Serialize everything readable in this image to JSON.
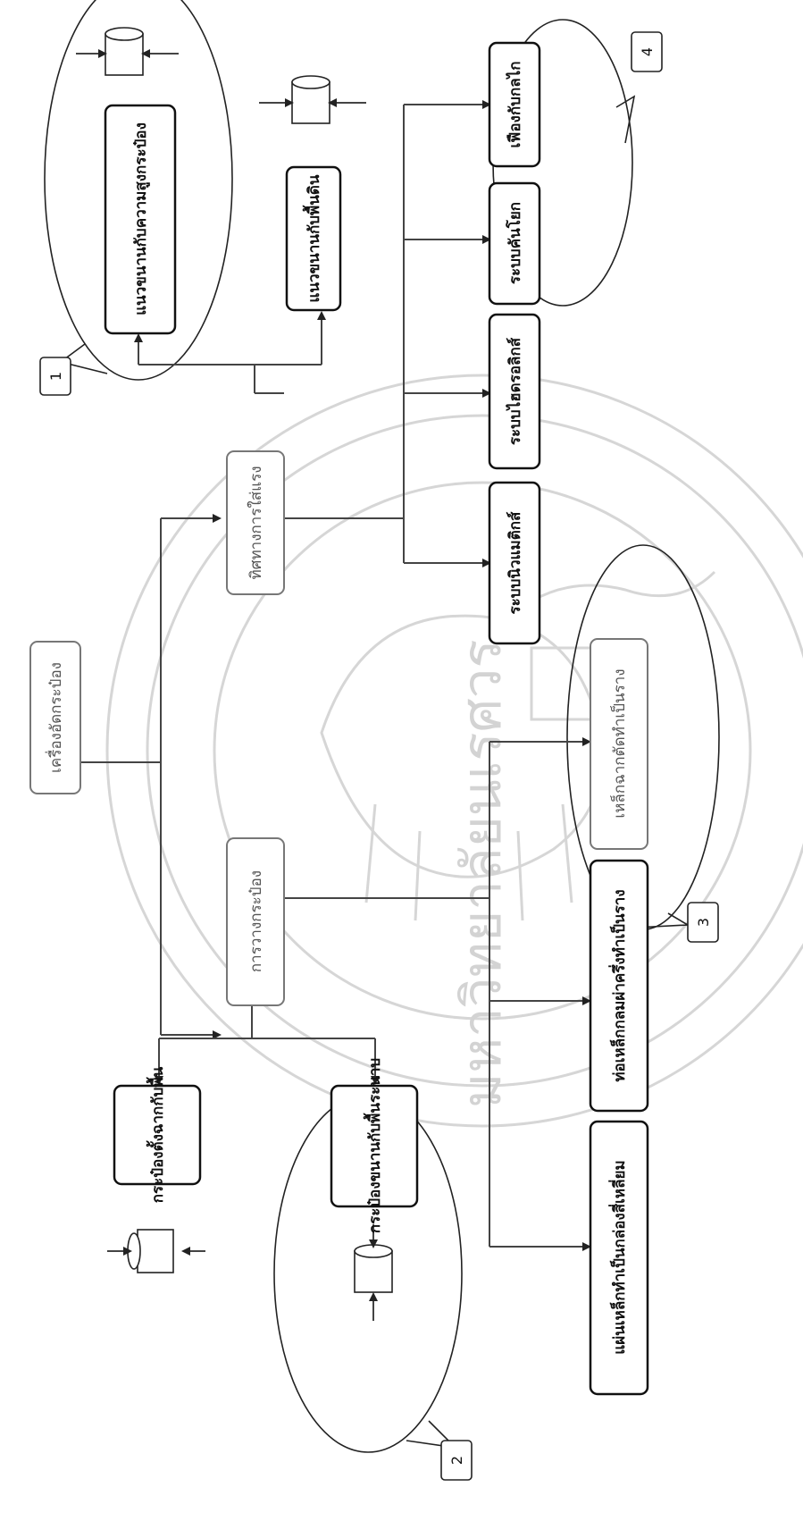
{
  "boxes": {
    "root": "เครื่องอัดกระป๋อง",
    "placement": "การวางกระป๋อง",
    "force_direction": "ทิศทางการใส่แรง",
    "can_vertical": "กระป๋องตั้งฉากกับพื้น",
    "can_horizontal": "กระป๋องขนานกับพื้นระนาบ",
    "force_parallel_height": "แนวขนานกับความสูงกระป๋อง",
    "force_parallel_ground": "แนวขนานกับพื้นดิน",
    "sheet_box_frame": "แผ่นเหล็กทำเป็นกล่องสี่เหลี่ยม",
    "pipe_rail": "ท่อเหล็กกลมผ่าครึ่งทำเป็นราง",
    "angle_rail": "เหล็กฉากตัดทำเป็นราง",
    "mechanical": "ระบบนิวแมติกส์",
    "electric": "ระบบไฮดรอลิกส์",
    "lever": "ระบบคันโยก",
    "crank": "เฟืองกับกลไก"
  },
  "callouts": {
    "c1": "1",
    "c2": "2",
    "c3": "3",
    "c4": "4"
  },
  "watermark": "มหาวิทยาลัยนเรศวร"
}
